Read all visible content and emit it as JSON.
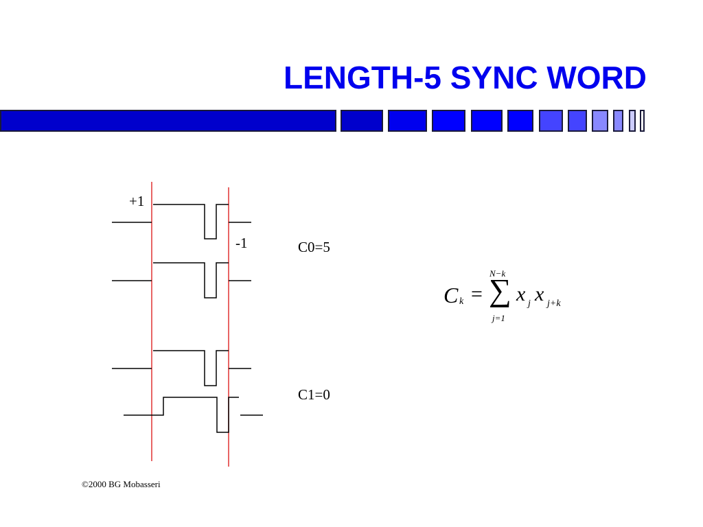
{
  "slide": {
    "title": "LENGTH-5 SYNC WORD",
    "footer": "©2000 BG Mobasseri"
  },
  "diagram": {
    "label_plus": "+1",
    "label_minus": "-1",
    "c0_label": "C0=5",
    "c1_label": "C1=0"
  },
  "formula": {
    "C": "C",
    "k_sub": "k",
    "equals": "=",
    "sum_upper": "N−k",
    "sum_lower": "j=1",
    "x1": "x",
    "j_sub": "j",
    "x2": "x",
    "jk_sub": "j+k"
  },
  "colors": {
    "title": "#0000ee",
    "bar_dark": "#0000cc",
    "bar_mid": "#0000ff",
    "bar_light": "#4444ff",
    "bar_lighter": "#8888ff",
    "marker_line": "#e03030"
  }
}
